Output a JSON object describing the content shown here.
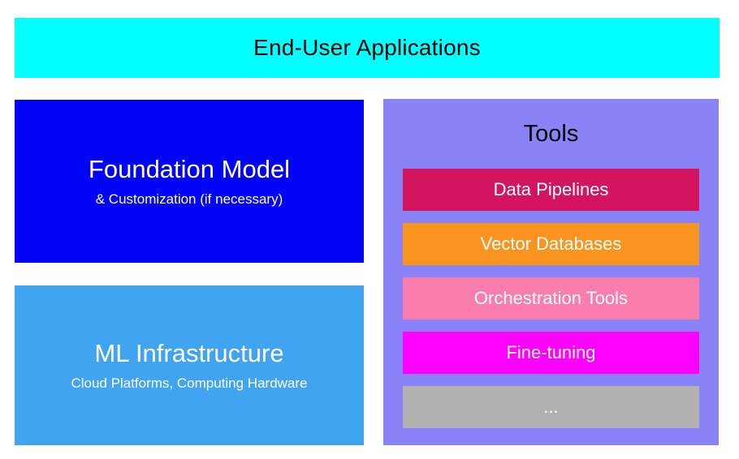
{
  "banner": {
    "label": "End-User Applications",
    "bg_color": "#00FFFF"
  },
  "left_column": {
    "foundation": {
      "title": "Foundation Model",
      "subtitle": "& Customization (if necessary)",
      "bg_color": "#0104F5"
    },
    "infrastructure": {
      "title": "ML Infrastructure",
      "subtitle": "Cloud Platforms, Computing Hardware",
      "bg_color": "#41A4F1"
    }
  },
  "tools_panel": {
    "title": "Tools",
    "bg_color": "#8983F7",
    "items": [
      {
        "label": "Data Pipelines",
        "color": "#D4145F"
      },
      {
        "label": "Vector Databases",
        "color": "#F99420"
      },
      {
        "label": "Orchestration Tools",
        "color": "#FB7DAD"
      },
      {
        "label": "Fine-tuning",
        "color": "#FF00FF"
      },
      {
        "label": "...",
        "color": "#B1B1B1"
      }
    ]
  }
}
